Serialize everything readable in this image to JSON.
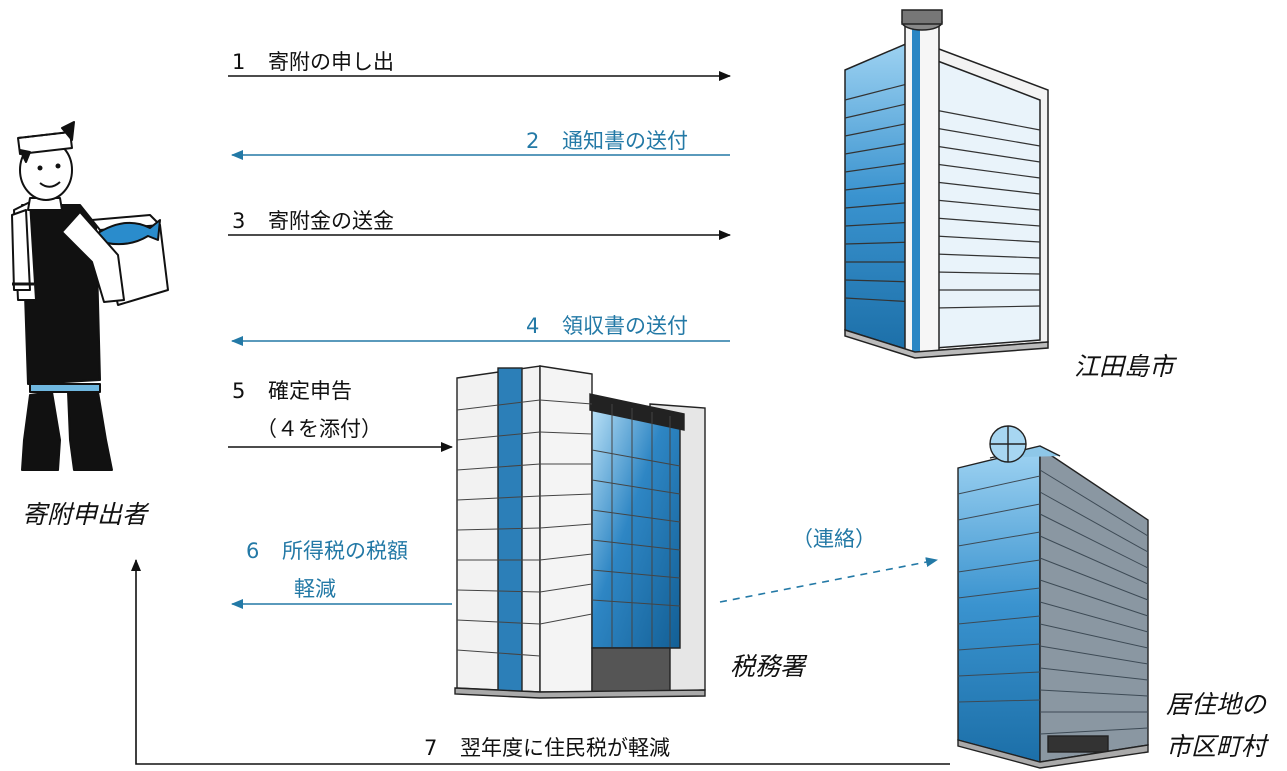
{
  "actors": {
    "donor": {
      "label": "寄附申出者",
      "icon": "fishmonger-person"
    },
    "city": {
      "label": "江田島市",
      "icon": "office-tower"
    },
    "tax_office": {
      "label": "税務署",
      "icon": "office-building"
    },
    "municipality": {
      "label_line1": "居住地の",
      "label_line2": "市区町村",
      "icon": "office-tower"
    }
  },
  "steps": [
    {
      "num": "1",
      "text": "寄附の申し出",
      "color": "#111111"
    },
    {
      "num": "2",
      "text": "通知書の送付",
      "color": "#2379a6"
    },
    {
      "num": "3",
      "text": "寄附金の送金",
      "color": "#111111"
    },
    {
      "num": "4",
      "text": "領収書の送付",
      "color": "#2379a6"
    },
    {
      "num": "5",
      "text": "確定申告",
      "text2": "（４を添付）",
      "color": "#111111"
    },
    {
      "num": "6",
      "text": "所得税の税額",
      "text2": "軽減",
      "color": "#2379a6"
    },
    {
      "num": "7",
      "text": "翌年度に住民税が軽減",
      "color": "#111111"
    }
  ],
  "contact": {
    "text": "（連絡）",
    "color": "#2379a6"
  },
  "colors": {
    "black": "#111111",
    "blue": "#2379a6",
    "glass": "#1f78b8",
    "glass_light": "#7cc0e8",
    "facade": "#eeeeee"
  }
}
